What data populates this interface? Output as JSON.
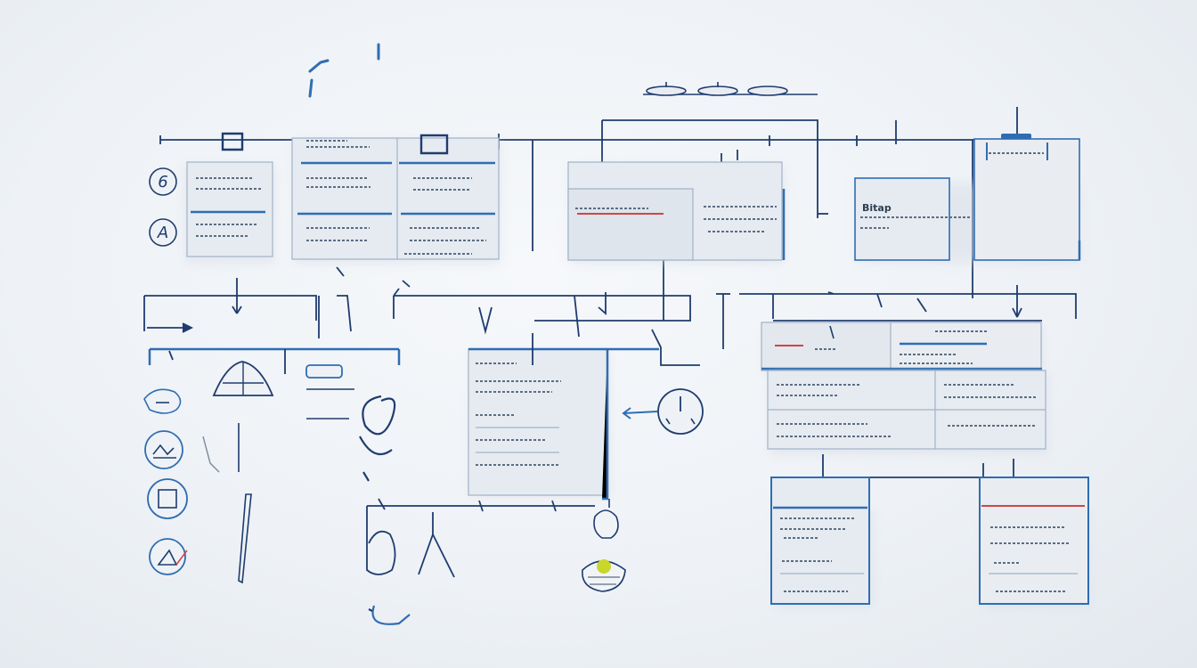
{
  "diagram": {
    "circle_labels": [
      "6",
      "A"
    ],
    "card_caption": "Bitap",
    "colors": {
      "line": "#1f3c6e",
      "accent_blue": "#2f6db3",
      "accent_red": "#d04545",
      "panel_fill": "#e6ebf1",
      "panel_stroke": "#9fb2c8",
      "yellow_dot": "#c9d62b"
    },
    "icons": [
      "tent-icon",
      "tag-icon",
      "chat-bubble-icon",
      "image-icon",
      "square-icon",
      "triangle-icon",
      "pen-icon",
      "stopwatch-icon",
      "lightbulb-icon",
      "shoe-icon",
      "dividers-icon",
      "clip-icon"
    ]
  }
}
